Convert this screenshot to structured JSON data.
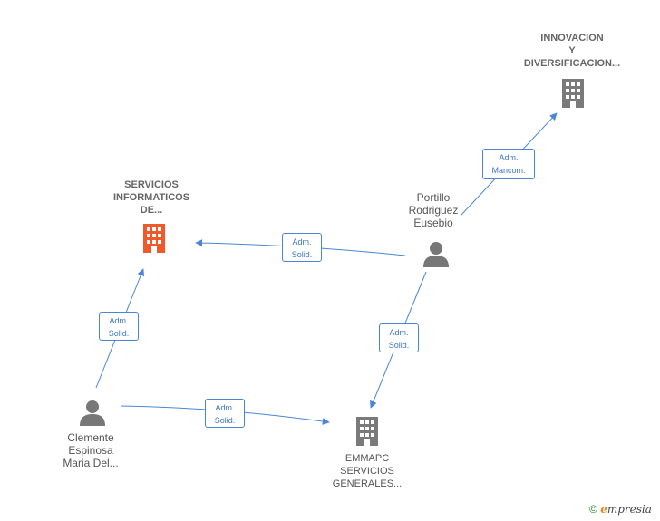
{
  "nodes": {
    "innovacion": {
      "lines": [
        "INNOVACION",
        "Y",
        "DIVERSIFICACION..."
      ]
    },
    "servicios": {
      "lines": [
        "SERVICIOS",
        "INFORMATICOS",
        "DE..."
      ]
    },
    "portillo": {
      "lines": [
        "Portillo",
        "Rodriguez",
        "Eusebio"
      ]
    },
    "clemente": {
      "lines": [
        "Clemente",
        "Espinosa",
        "Maria Del..."
      ]
    },
    "emmapc": {
      "lines": [
        "EMMAPC",
        "SERVICIOS",
        "GENERALES..."
      ]
    }
  },
  "edges": {
    "portillo_innovacion": {
      "line1": "Adm.",
      "line2": "Mancom."
    },
    "portillo_servicios": {
      "line1": "Adm.",
      "line2": "Solid."
    },
    "clemente_servicios": {
      "line1": "Adm.",
      "line2": "Solid."
    },
    "portillo_emmapc": {
      "line1": "Adm.",
      "line2": "Solid."
    },
    "clemente_emmapc": {
      "line1": "Adm.",
      "line2": "Solid."
    }
  },
  "colors": {
    "edge": "#4a86d4",
    "company_icon": "#7a7a7a",
    "company_icon_highlight": "#f0592a",
    "person_icon": "#777777"
  },
  "footer": {
    "copyright": "©",
    "brand_e": "e",
    "brand_rest": "mpresia"
  }
}
